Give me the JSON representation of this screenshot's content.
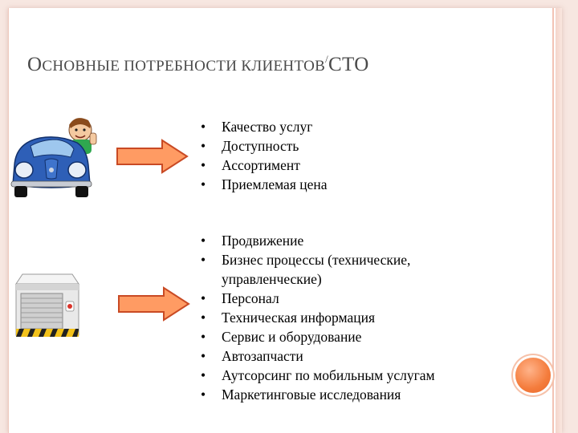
{
  "title": {
    "first_letter": "О",
    "rest": "СНОВНЫЕ ПОТРЕБНОСТИ КЛИЕНТОВ",
    "slash": "/",
    "cto": "СТО"
  },
  "group1": {
    "items": [
      "Качество услуг",
      "Доступность",
      "Ассортимент",
      "Приемлемая цена"
    ]
  },
  "group2": {
    "items": [
      "Продвижение",
      "Бизнес процессы (технические,",
      "управленческие)",
      "Персонал",
      "Техническая информация",
      "Сервис и оборудование",
      "Автозапчасти",
      "Аутсорсинг по мобильным услугам",
      "Маркетинговые исследования"
    ]
  },
  "icons": {
    "car": "car-with-driver-icon",
    "garage": "garage-icon",
    "arrow": "right-arrow-icon"
  },
  "colors": {
    "arrow_fill": "#ff9b63",
    "arrow_stroke": "#c94a24",
    "accent_orb": "#f47c3c",
    "car_body": "#2e5fb7"
  }
}
